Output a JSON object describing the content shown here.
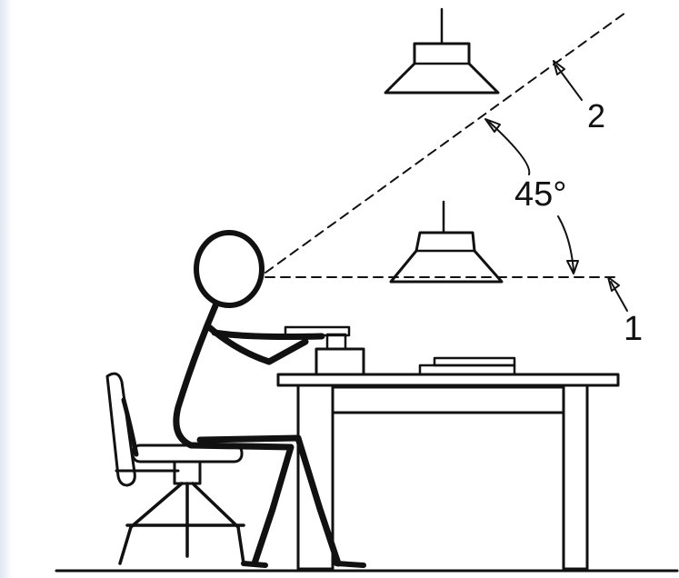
{
  "labels": {
    "angle": "45°",
    "zone_1": "1",
    "zone_2": "2"
  },
  "colors": {
    "ink": "#111111",
    "background": "#ffffff",
    "edge_tint": "#dfe7f1"
  }
}
